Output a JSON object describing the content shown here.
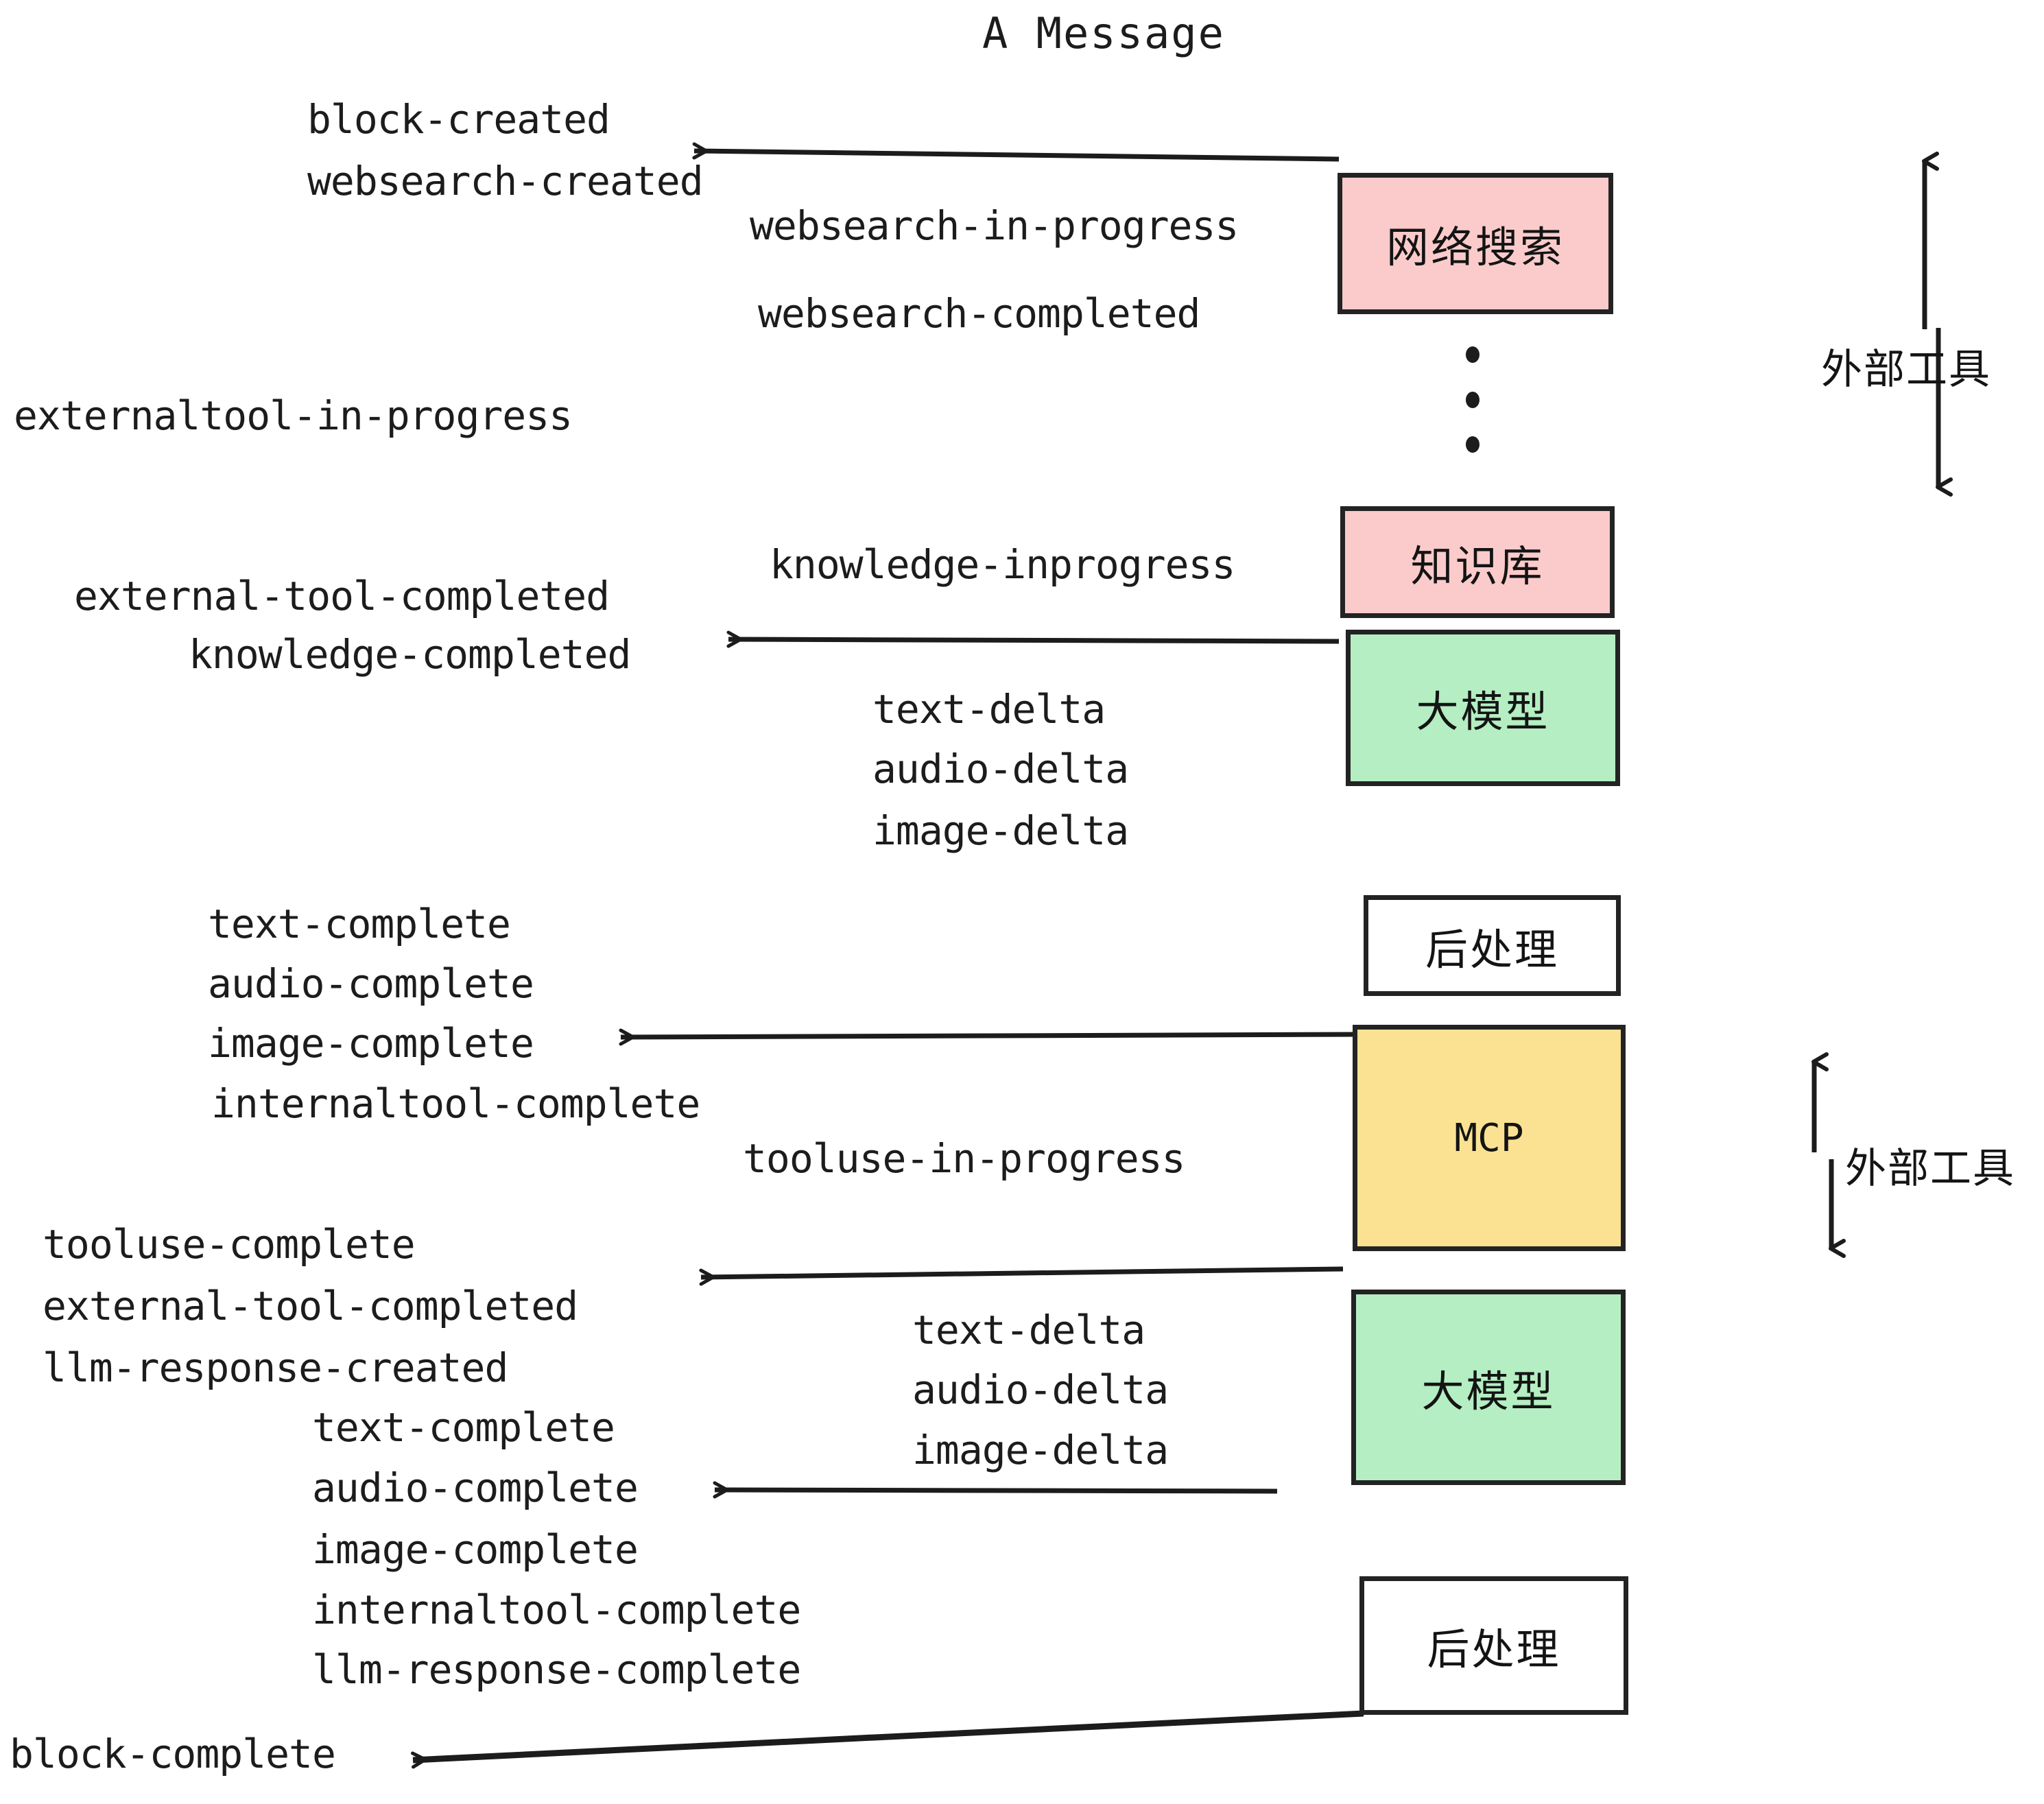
{
  "title": "A Message",
  "colors": {
    "pink": "#FBCBCB",
    "green": "#B4EEC2",
    "yellow": "#FBE292",
    "white": "#FFFFFF",
    "stroke": "#232323",
    "text": "#1c1c1c"
  },
  "boxes": [
    {
      "id": "websearch",
      "label": "网络搜索",
      "fill": "pink"
    },
    {
      "id": "knowledge",
      "label": "知识库",
      "fill": "pink"
    },
    {
      "id": "llm-1",
      "label": "大模型",
      "fill": "green"
    },
    {
      "id": "postprocess-1",
      "label": "后处理",
      "fill": "white"
    },
    {
      "id": "mcp",
      "label": "MCP",
      "fill": "yellow"
    },
    {
      "id": "llm-2",
      "label": "大模型",
      "fill": "green"
    },
    {
      "id": "postprocess-2",
      "label": "后处理",
      "fill": "white"
    }
  ],
  "side_labels": [
    {
      "id": "external-tools-top",
      "label": "外部工具"
    },
    {
      "id": "external-tools-bottom",
      "label": "外部工具"
    }
  ],
  "events": {
    "block_created": "block-created",
    "websearch_created": "websearch-created",
    "websearch_in_progress": "websearch-in-progress",
    "websearch_completed": "websearch-completed",
    "externaltool_in_progress": "externaltool-in-progress",
    "knowledge_inprogress": "knowledge-inprogress",
    "external_tool_completed_1": "external-tool-completed",
    "knowledge_completed": "knowledge-completed",
    "text_delta_1": "text-delta",
    "audio_delta_1": "audio-delta",
    "image_delta_1": "image-delta",
    "text_complete_1": "text-complete",
    "audio_complete_1": "audio-complete",
    "image_complete_1": "image-complete",
    "internaltool_complete_1": "internaltool-complete",
    "tooluse_in_progress": "tooluse-in-progress",
    "tooluse_complete": "tooluse-complete",
    "external_tool_completed_2": "external-tool-completed",
    "llm_response_created": "llm-response-created",
    "text_delta_2": "text-delta",
    "audio_delta_2": "audio-delta",
    "image_delta_2": "image-delta",
    "text_complete_2": "text-complete",
    "audio_complete_2": "audio-complete",
    "image_complete_2": "image-complete",
    "internaltool_complete_2": "internaltool-complete",
    "llm_response_complete": "llm-response-complete",
    "block_complete": "block-complete"
  }
}
